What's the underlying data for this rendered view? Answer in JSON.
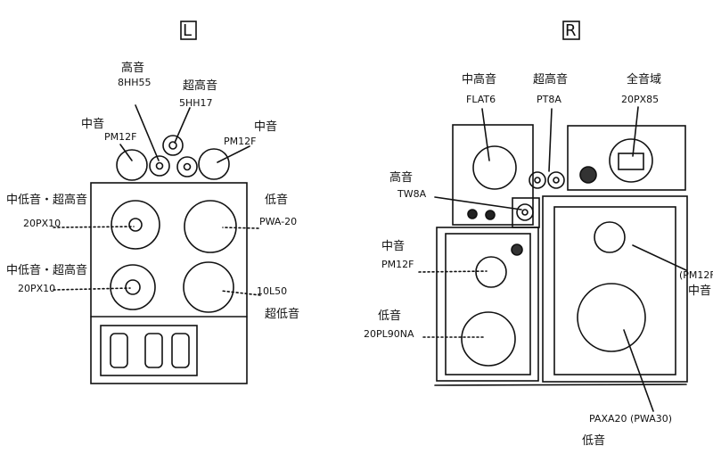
{
  "left": {
    "header": "L",
    "labels": {
      "treble_jp": "高音",
      "treble_model": "8HH55",
      "super_treble_jp": "超高音",
      "super_treble_model": "5HH17",
      "mid_left_jp": "中音",
      "mid_left_model": "PM12F",
      "mid_right_jp": "中音",
      "mid_right_model": "PM12F",
      "midlow_super1_jp": "中低音・超高音",
      "midlow_super1_model": "20PX10",
      "midlow_super2_jp": "中低音・超高音",
      "midlow_super2_model": "20PX10",
      "bass_jp": "低音",
      "bass_model": "PWA-20",
      "subbass_model": "10L50",
      "subbass_jp": "超低音"
    }
  },
  "right": {
    "header": "R",
    "labels": {
      "mid_treble_jp": "中高音",
      "mid_treble_model": "FLAT6",
      "super_treble_jp": "超高音",
      "super_treble_model": "PT8A",
      "fullrange_jp": "全音域",
      "fullrange_model": "20PX85",
      "treble_jp": "高音",
      "treble_model": "TW8A",
      "mid_jp": "中音",
      "mid_model": "PM12F",
      "bass_jp": "低音",
      "bass_model": "20PL90NA",
      "big_mid_model": "(PM12F",
      "big_mid_jp": "中音",
      "big_bass_model": "PAXA20 (PWA30)",
      "big_bass_jp": "低音"
    }
  }
}
